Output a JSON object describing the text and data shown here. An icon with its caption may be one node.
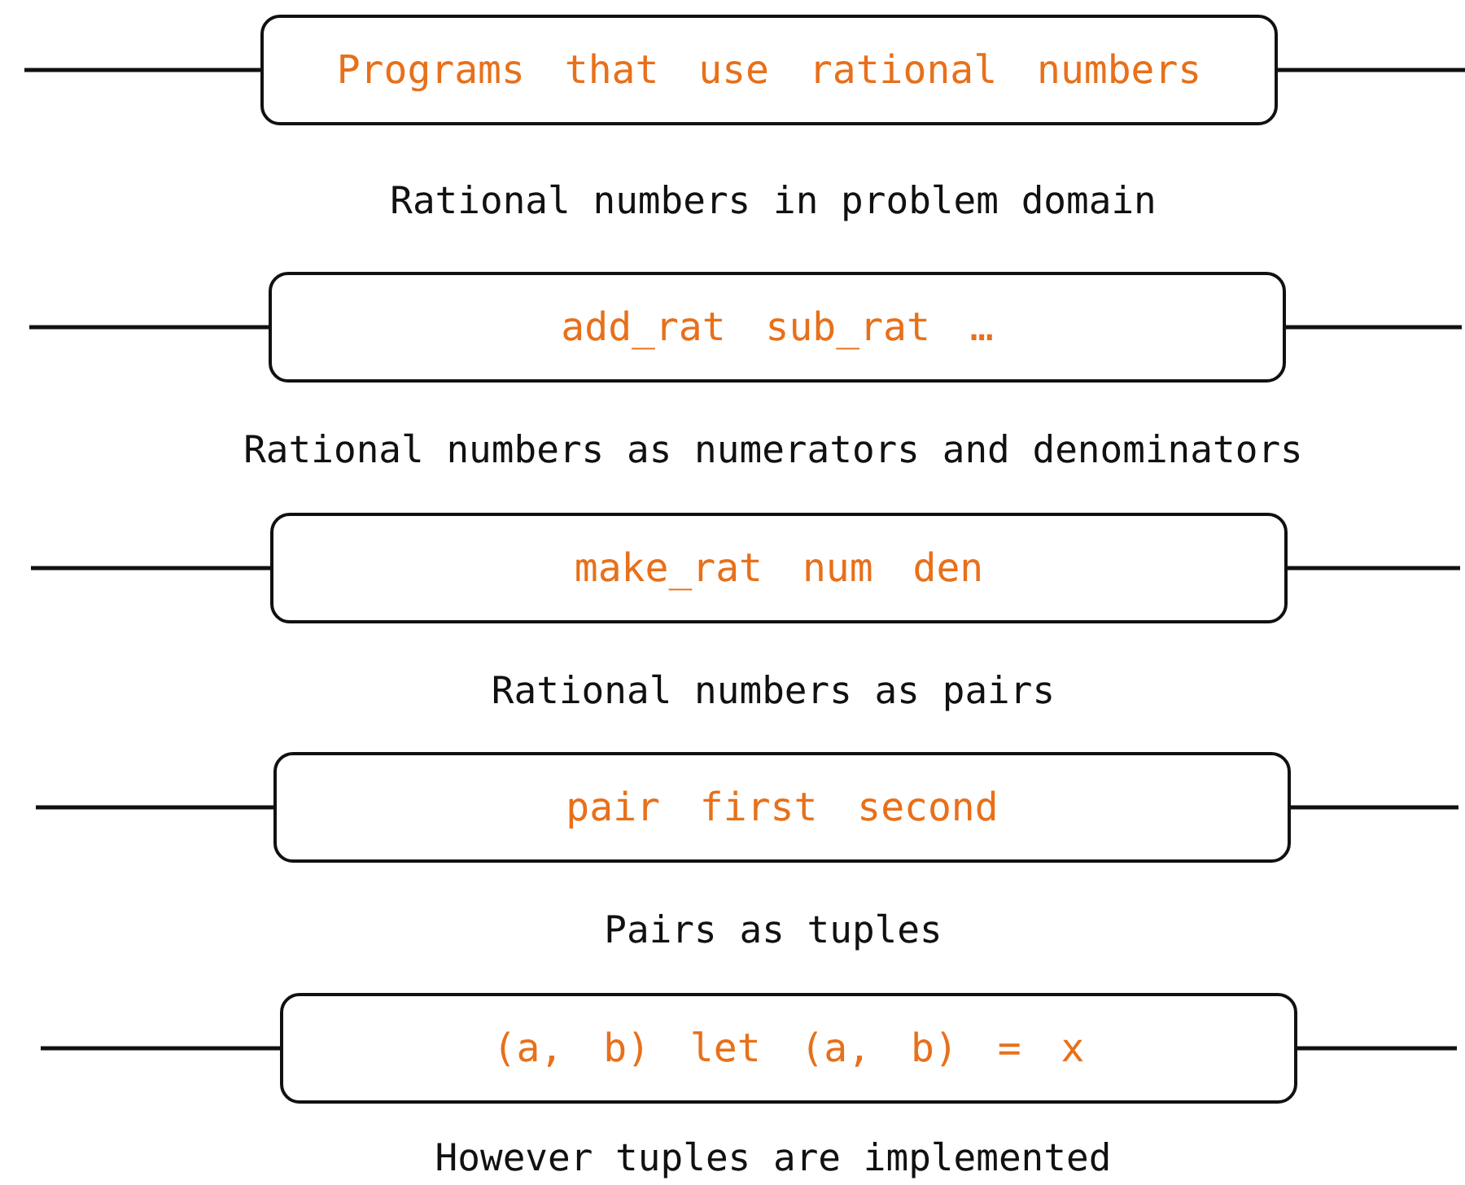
{
  "diagram": {
    "nodes": [
      {
        "text": [
          "Programs that use rational numbers"
        ]
      },
      {
        "text": [
          "add_rat sub_rat …"
        ]
      },
      {
        "text": [
          "make_rat num den"
        ]
      },
      {
        "text": [
          "pair first second"
        ]
      },
      {
        "text": [
          "(a, b) let (a, b) = x"
        ]
      }
    ],
    "edges": [
      {
        "from": null,
        "to": 0,
        "arrow": "none"
      },
      {
        "from": 0,
        "to": null,
        "arrow": "none"
      },
      {
        "from": null,
        "to": 1,
        "arrow": "none"
      },
      {
        "from": 1,
        "to": null,
        "arrow": "none"
      },
      {
        "from": null,
        "to": 2,
        "arrow": "none"
      },
      {
        "from": 2,
        "to": null,
        "arrow": "none"
      },
      {
        "from": null,
        "to": 3,
        "arrow": "none"
      },
      {
        "from": 3,
        "to": null,
        "arrow": "none"
      },
      {
        "from": null,
        "to": 4,
        "arrow": "none"
      },
      {
        "from": 4,
        "to": null,
        "arrow": "none"
      }
    ],
    "labels": [
      "Rational numbers in problem domain",
      "Rational numbers as numerators and denominators",
      "Rational numbers as pairs",
      "Pairs as tuples",
      "However tuples are implemented"
    ]
  }
}
